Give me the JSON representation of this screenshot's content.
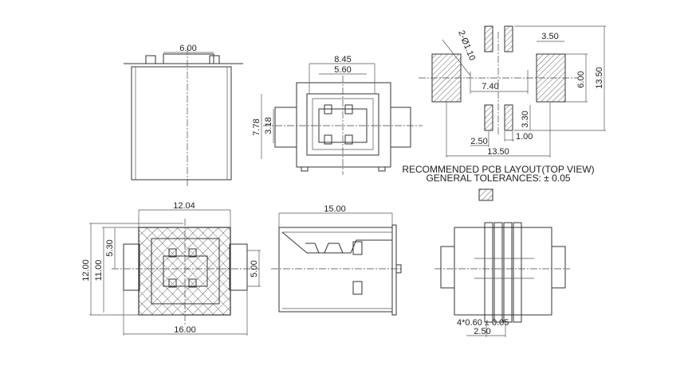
{
  "views": {
    "side_top": {
      "dim_width": "6.00"
    },
    "front_top": {
      "dim_outer": "8.45",
      "dim_inner": "5.60",
      "dim_height": "7.78",
      "dim_inner_height": "3.18"
    },
    "pcb_layout": {
      "hole_callout": "2-Ø1.10",
      "dim_pad_width": "3.50",
      "dim_pad_height": "6.00",
      "dim_total_height": "13.50",
      "dim_hole_spacing": "7.40",
      "dim_small_pad_height": "3.30",
      "dim_pitch": "2.50",
      "dim_small_pad_width": "1.00",
      "dim_total_width": "13.50",
      "title": "RECOMMENDED PCB LAYOUT(TOP VIEW)",
      "tolerance": "GENERAL TOLERANCES: ± 0.05"
    },
    "front_bottom": {
      "dim_body_width": "12.04",
      "dim_overall_height": "12.00",
      "dim_body_height": "11.00",
      "dim_offset": "5.30",
      "dim_flange": "5.00",
      "dim_overall_width": "16.00"
    },
    "side_bottom": {
      "dim_length": "15.00"
    },
    "bottom_view": {
      "dim_pin": "4*0.60 ± 0.05",
      "dim_pitch": "2.50"
    }
  },
  "colors": {
    "line": "#333333",
    "hatch": "#666666"
  }
}
